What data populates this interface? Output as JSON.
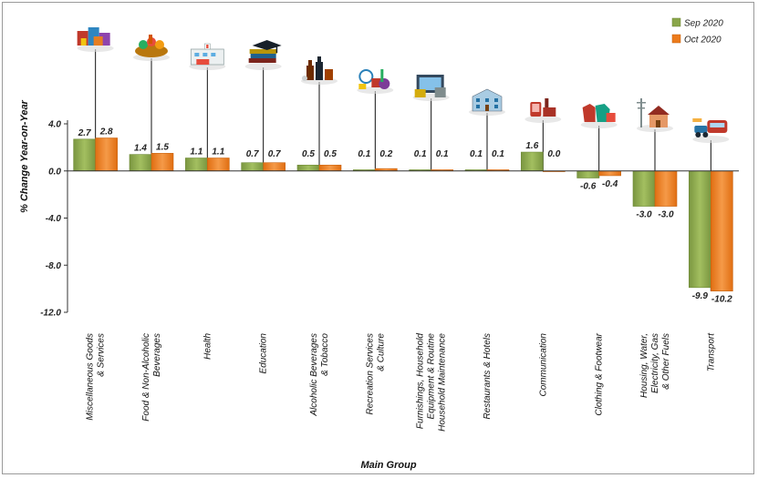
{
  "chart_data": {
    "type": "bar",
    "title": "",
    "xlabel": "Main Group",
    "ylabel": "% Change Year-on-Year",
    "ylim": [
      -12,
      4
    ],
    "yticks": [
      4.0,
      0.0,
      -4.0,
      -8.0,
      -12.0
    ],
    "ytick_labels": [
      "4.0",
      "0.0",
      "-4.0",
      "-8.0",
      "-12.0"
    ],
    "legend_position": "top-right",
    "grid": false,
    "categories": [
      [
        "Miscellaneous Goods",
        "& Services"
      ],
      [
        "Food & Non-Alcoholic",
        "Beverages"
      ],
      [
        "Health"
      ],
      [
        "Education"
      ],
      [
        "Alcoholic Beverages",
        "& Tobacco"
      ],
      [
        "Recreation Services",
        "& Culture"
      ],
      [
        "Furnishings, Household",
        "Equipment  & Routine",
        "Household Maintenance"
      ],
      [
        "Restaurants & Hotels"
      ],
      [
        "Communication"
      ],
      [
        "Clothing & Footwear"
      ],
      [
        "Housing, Water,",
        "Electricity, Gas",
        "& Other Fuels"
      ],
      [
        "Transport"
      ]
    ],
    "series": [
      {
        "name": "Sep 2020",
        "color": "#8aa64a",
        "values": [
          2.7,
          1.4,
          1.1,
          0.7,
          0.5,
          0.1,
          0.1,
          0.1,
          1.6,
          -0.6,
          -3.0,
          -9.9
        ],
        "labels": [
          "2.7",
          "1.4",
          "1.1",
          "0.7",
          "0.5",
          "0.1",
          "0.1",
          "0.1",
          "1.6",
          "-0.6",
          "-3.0",
          "-9.9"
        ]
      },
      {
        "name": "Oct 2020",
        "color": "#ec7b1c",
        "values": [
          2.8,
          1.5,
          1.1,
          0.7,
          0.5,
          0.2,
          0.1,
          0.1,
          0.0,
          -0.4,
          -3.0,
          -10.2
        ],
        "labels": [
          "2.8",
          "1.5",
          "1.1",
          "0.7",
          "0.5",
          "0.2",
          "0.1",
          "0.1",
          "0.0",
          "-0.4",
          "-3.0",
          "-10.2"
        ]
      }
    ],
    "icons": [
      "shopping-bags-icon",
      "food-basket-icon",
      "hospital-icon",
      "books-graduation-icon",
      "bottles-icon",
      "leisure-items-icon",
      "home-appliances-icon",
      "hotel-building-icon",
      "phone-icon",
      "clothing-icon",
      "house-utilities-icon",
      "vehicles-icon"
    ]
  }
}
